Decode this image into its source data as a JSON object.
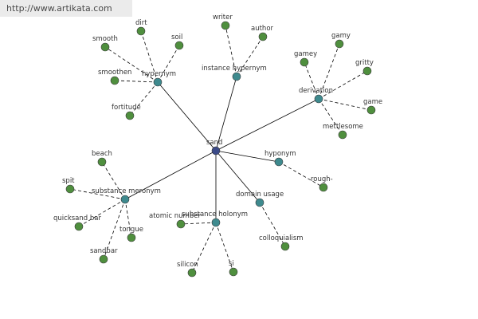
{
  "watermark": "http://www.artikata.com",
  "colors": {
    "center": "#3b4a88",
    "relation": "#3e8a8e",
    "leaf": "#4f8f3e",
    "node_stroke": "#3a3a3a"
  },
  "nodes": {
    "sand": "sand",
    "hypernym": "hypernym",
    "instance_hypernym": "instance hypernym",
    "derivation": "derivation",
    "hyponym": "hyponym",
    "domain_usage": "domain usage",
    "substance_holonym": "substance holonym",
    "substance_meronym": "substance meronym",
    "dirt": "dirt",
    "soil": "soil",
    "smooth": "smooth",
    "smoothen": "smoothen",
    "fortitude": "fortitude",
    "writer": "writer",
    "author": "author",
    "gamy": "gamy",
    "gamey": "gamey",
    "gritty": "gritty",
    "game": "game",
    "mettlesome": "mettlesome",
    "rough": "rough-",
    "colloquialism": "colloquialism",
    "atomic_number": "atomic number",
    "silicon": "silicon",
    "si": "si",
    "beach": "beach",
    "spit": "spit",
    "quicksand_bar": "quicksand bar",
    "tongue": "tongue",
    "sandbar": "sandbar"
  }
}
